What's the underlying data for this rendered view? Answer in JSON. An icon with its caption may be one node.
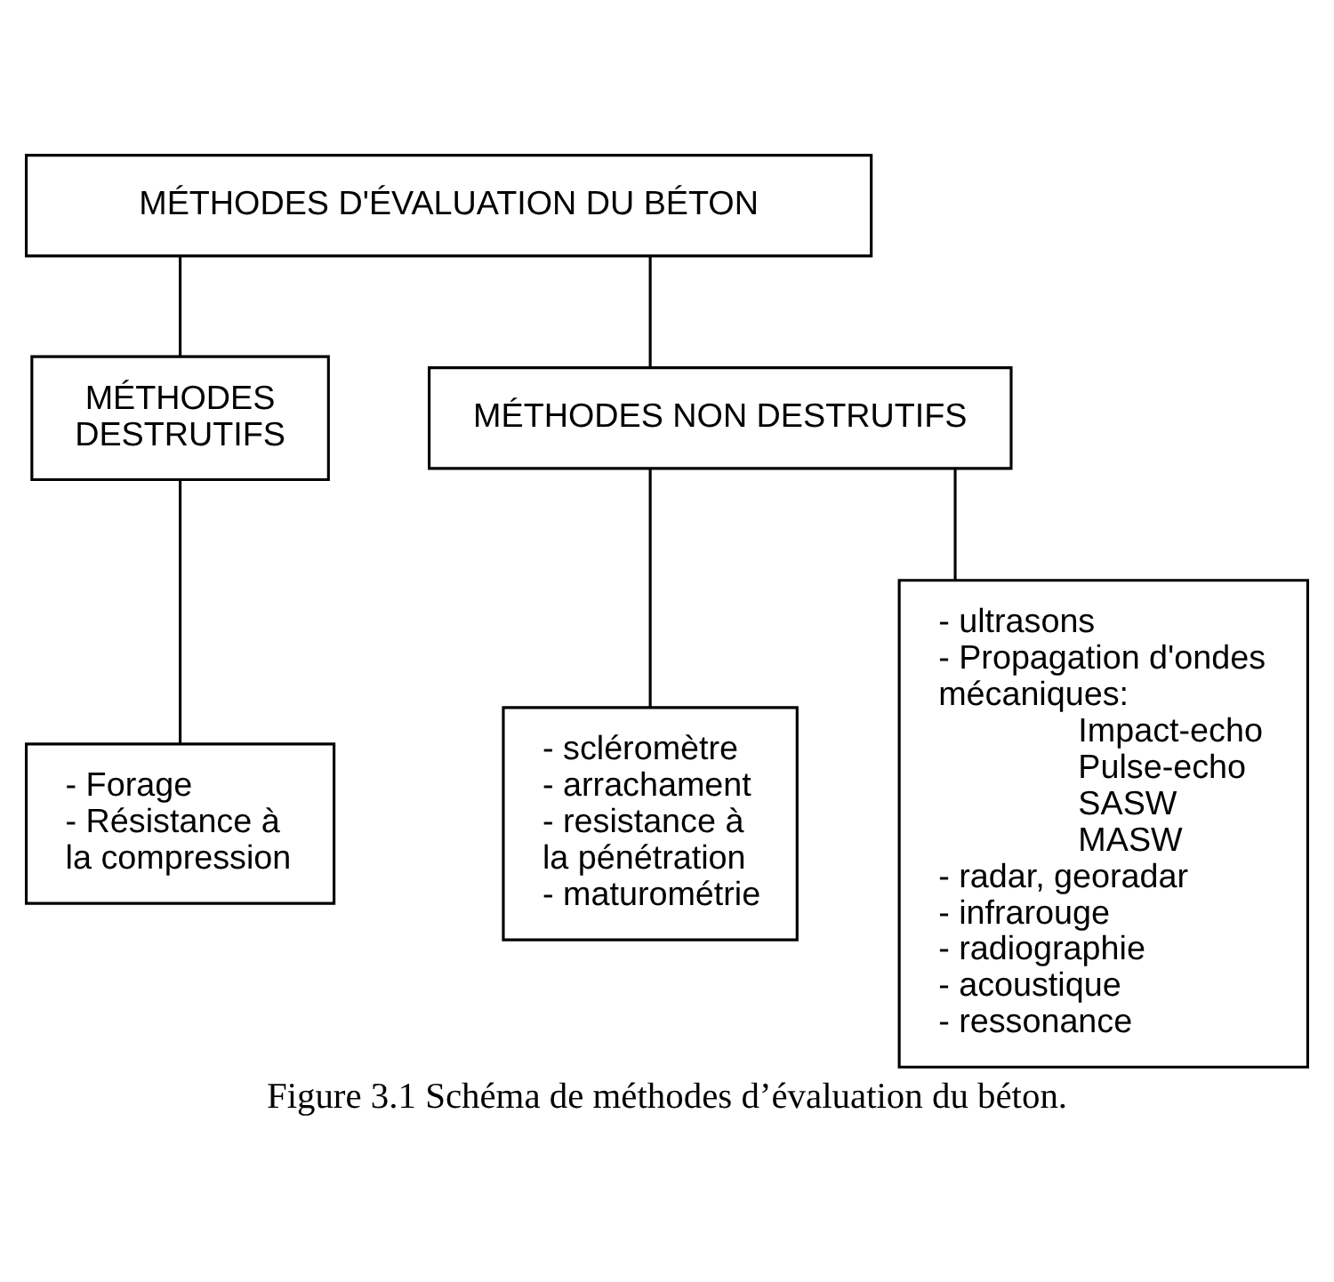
{
  "diagram": {
    "caption": "Figure 3.1 Schéma de méthodes d’évaluation du béton.",
    "nodes": [
      {
        "text": [
          "MÉTHODES D'ÉVALUATION DU BÉTON"
        ]
      },
      {
        "text": [
          "MÉTHODES DESTRUTIFS"
        ]
      },
      {
        "text": [
          "MÉTHODES NON DESTRUTIFS"
        ]
      },
      {
        "text": [
          "- Forage",
          "- Résistance à la compression"
        ]
      },
      {
        "text": [
          "- scléromètre",
          "- arrachament",
          "- resistance à la pénétration",
          "- maturométrie"
        ]
      },
      {
        "text": [
          "- ultrasons",
          "- Propagation d'ondes mécaniques:",
          "Impact-echo",
          "Pulse-echo",
          "SASW",
          "MASW",
          "- radar, georadar",
          "- infrarouge",
          "- radiographie",
          "- acoustique",
          "- ressonance"
        ]
      }
    ],
    "edges": [
      {
        "from": 0,
        "to": 1,
        "arrow": "none"
      },
      {
        "from": 0,
        "to": 2,
        "arrow": "none"
      },
      {
        "from": 1,
        "to": 3,
        "arrow": "none"
      },
      {
        "from": 2,
        "to": 4,
        "arrow": "none"
      },
      {
        "from": 2,
        "to": 5,
        "arrow": "none"
      }
    ]
  }
}
